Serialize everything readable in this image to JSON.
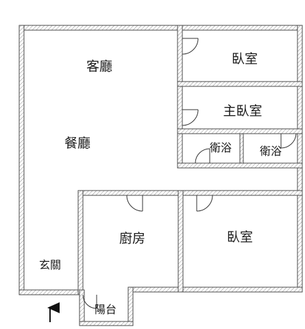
{
  "rooms": {
    "living": "客廳",
    "dining": "餐廳",
    "entrance": "玄關",
    "bedroom_top": "臥室",
    "master_bedroom": "主臥室",
    "bath_left": "衛浴",
    "bath_right": "衛浴",
    "kitchen": "廚房",
    "bedroom_bottom": "臥室",
    "balcony": "陽台"
  }
}
